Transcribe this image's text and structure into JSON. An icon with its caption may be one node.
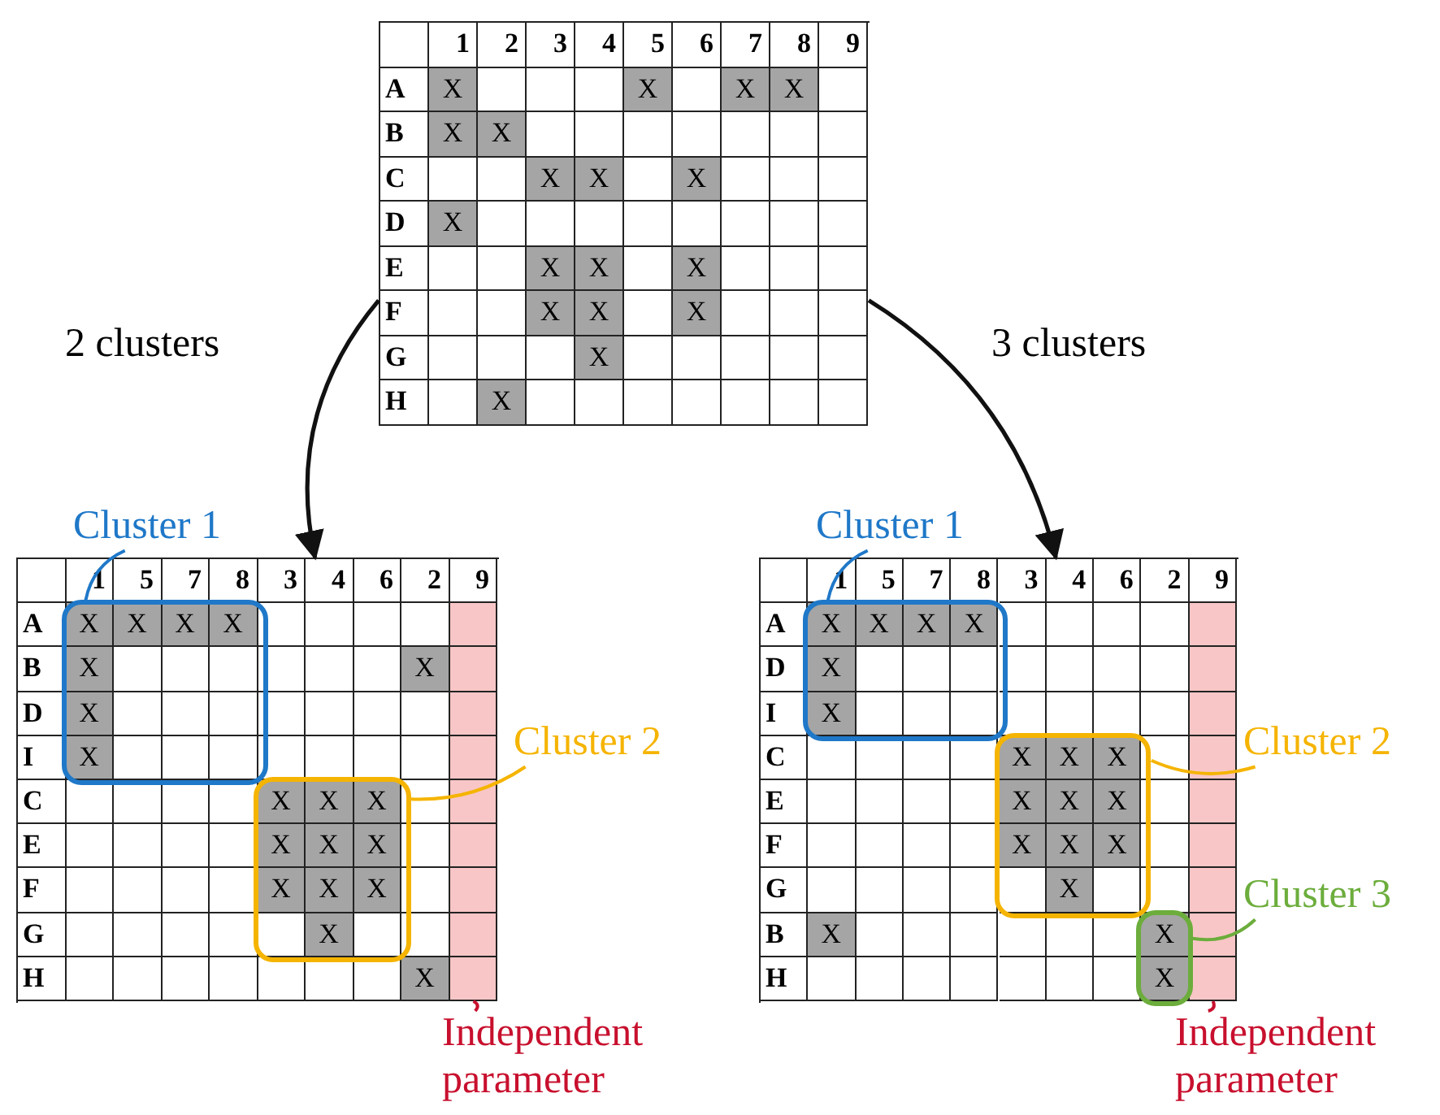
{
  "diagram": {
    "nodes": [
      {
        "text": [
          "1",
          "2",
          "3",
          "4",
          "5",
          "6",
          "7",
          "8",
          "9",
          "A",
          "X",
          "X",
          "X",
          "X",
          "B",
          "X",
          "X",
          "C",
          "X",
          "X",
          "X",
          "D",
          "X",
          "E",
          "X",
          "X",
          "X",
          "F",
          "X",
          "X",
          "X",
          "G",
          "X",
          "H",
          "X"
        ]
      },
      {
        "text": [
          "1",
          "5",
          "7",
          "8",
          "3",
          "4",
          "6",
          "2",
          "9",
          "A",
          "B",
          "X",
          "D",
          "I",
          "C",
          "E",
          "F",
          "G",
          "H",
          "X"
        ]
      },
      {
        "text": [
          "Cluster 1"
        ]
      },
      {
        "text": [
          "X",
          "X",
          "X",
          "X",
          "X",
          "X",
          "X"
        ],
        "in": 1
      },
      {
        "text": [
          "Cluster 2"
        ]
      },
      {
        "text": [
          "X",
          "X",
          "X",
          "X",
          "X",
          "X",
          "X",
          "X",
          "X",
          "X"
        ],
        "in": 1
      },
      {
        "text": [],
        "shape": "bar",
        "in": 1
      },
      {
        "text": [
          "Independent parameter"
        ]
      },
      {
        "text": [
          "1",
          "5",
          "7",
          "8",
          "3",
          "4",
          "6",
          "2",
          "9",
          "A",
          "D",
          "I",
          "C",
          "E",
          "F",
          "G",
          "B",
          "X",
          "H"
        ]
      },
      {
        "text": [
          "Cluster 1"
        ]
      },
      {
        "text": [
          "X",
          "X",
          "X",
          "X",
          "X",
          "X"
        ],
        "in": 8
      },
      {
        "text": [
          "Cluster 2"
        ]
      },
      {
        "text": [
          "X",
          "X",
          "X",
          "X",
          "X",
          "X",
          "X",
          "X",
          "X",
          "X"
        ],
        "in": 8
      },
      {
        "text": [
          "Cluster 3"
        ]
      },
      {
        "text": [
          "X",
          "X"
        ],
        "in": 8
      },
      {
        "text": [],
        "shape": "bar",
        "in": 8
      },
      {
        "text": [
          "Independent parameter"
        ]
      }
    ],
    "edges": [
      {
        "from": 0,
        "to": 1,
        "arrow": "to",
        "label": "2 clusters"
      },
      {
        "from": 0,
        "to": 8,
        "arrow": "to",
        "label": "3 clusters"
      },
      {
        "from": 2,
        "to": 3,
        "arrow": "none",
        "color": "#1f78c8"
      },
      {
        "from": 4,
        "to": 5,
        "arrow": "none",
        "color": "#f5b400"
      },
      {
        "from": 7,
        "to": 6,
        "arrow": "none",
        "color": "#c8102e"
      },
      {
        "from": 9,
        "to": 10,
        "arrow": "none",
        "color": "#1f78c8"
      },
      {
        "from": 11,
        "to": 12,
        "arrow": "none",
        "color": "#f5b400"
      },
      {
        "from": 13,
        "to": 14,
        "arrow": "none",
        "color": "#6cad3c"
      },
      {
        "from": 16,
        "to": 15,
        "arrow": "none",
        "color": "#c8102e"
      }
    ]
  }
}
